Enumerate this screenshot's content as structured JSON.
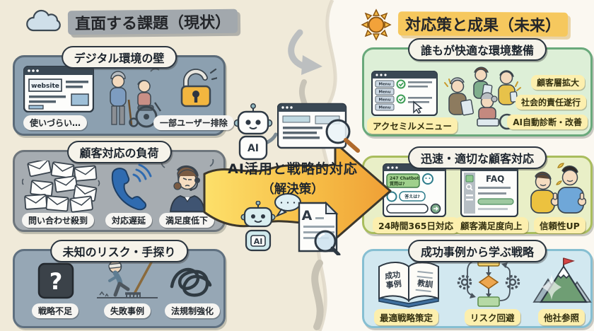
{
  "header": {
    "left_title": "直面する課題（現状）",
    "right_title": "対応策と成果（未来）",
    "left_icon": "cloud-icon",
    "right_icon": "sun-icon"
  },
  "center_arrow": {
    "line1": "AI活用と戦略的対応",
    "line2": "（解決策）",
    "top_robot_label": "AI",
    "bottom_robot_label": "AI",
    "speech_dots": "・・・",
    "doc_letter": "A"
  },
  "colors": {
    "bg_left": "#f0ead9",
    "bg_right": "#fbf8f1",
    "arrow_gradient_start": "#fde06a",
    "arrow_gradient_end": "#ef9f36",
    "left_title_highlight": "#a2a8ad",
    "right_title_highlight": "#f6c85e",
    "check_green": "#3f9e57",
    "flag_red": "#d64545",
    "lock_gold": "#f2b63f"
  },
  "left_panels": [
    {
      "title": "デジタル環境の壁",
      "browser_label": "website",
      "items": [
        {
          "icon": "browser-window-icon",
          "label": "使いづらい…"
        },
        {
          "icon": "elderly-couple-icon",
          "label": ""
        },
        {
          "icon": "padlock-icon",
          "label": "一部ユーザー排除"
        }
      ]
    },
    {
      "title": "顧客対応の負荷",
      "items": [
        {
          "icon": "mail-pile-icon",
          "label": "問い合わせ殺到"
        },
        {
          "icon": "phone-handset-icon",
          "label": "対応遅延"
        },
        {
          "icon": "stressed-operator-icon",
          "label": "満足度低下"
        }
      ]
    },
    {
      "title": "未知のリスク・手探り",
      "question_mark": "?",
      "items": [
        {
          "icon": "question-box-icon",
          "label": "戦略不足"
        },
        {
          "icon": "rake-misstep-icon",
          "label": "失敗事例"
        },
        {
          "icon": "tangled-knot-icon",
          "label": "法規制強化"
        }
      ]
    }
  ],
  "right_panels": [
    {
      "title": "誰もが快適な環境整備",
      "menu_buttons": [
        "Menu",
        "Menu",
        "Menu",
        "Menu"
      ],
      "bottom_label": "アクセミルメニュー",
      "badges": [
        "顧客層拡大",
        "社会的責任遂行",
        "AI自動診断・改善"
      ]
    },
    {
      "title": "迅速・適切な顧客対応",
      "chat_line1": "247 Chatbot",
      "chat_line2": "質問は?",
      "chat_reply": "答えは?",
      "faq_title": "FAQ",
      "labels": [
        "24時間365日対応",
        "顧客満足度向上",
        "信頼性UP"
      ]
    },
    {
      "title": "成功事例から学ぶ戦略",
      "book_left_line1": "成功",
      "book_left_line2": "事例",
      "book_right": "教訓",
      "labels": [
        "最適戦略策定",
        "リスク回避",
        "他社参照"
      ]
    }
  ]
}
